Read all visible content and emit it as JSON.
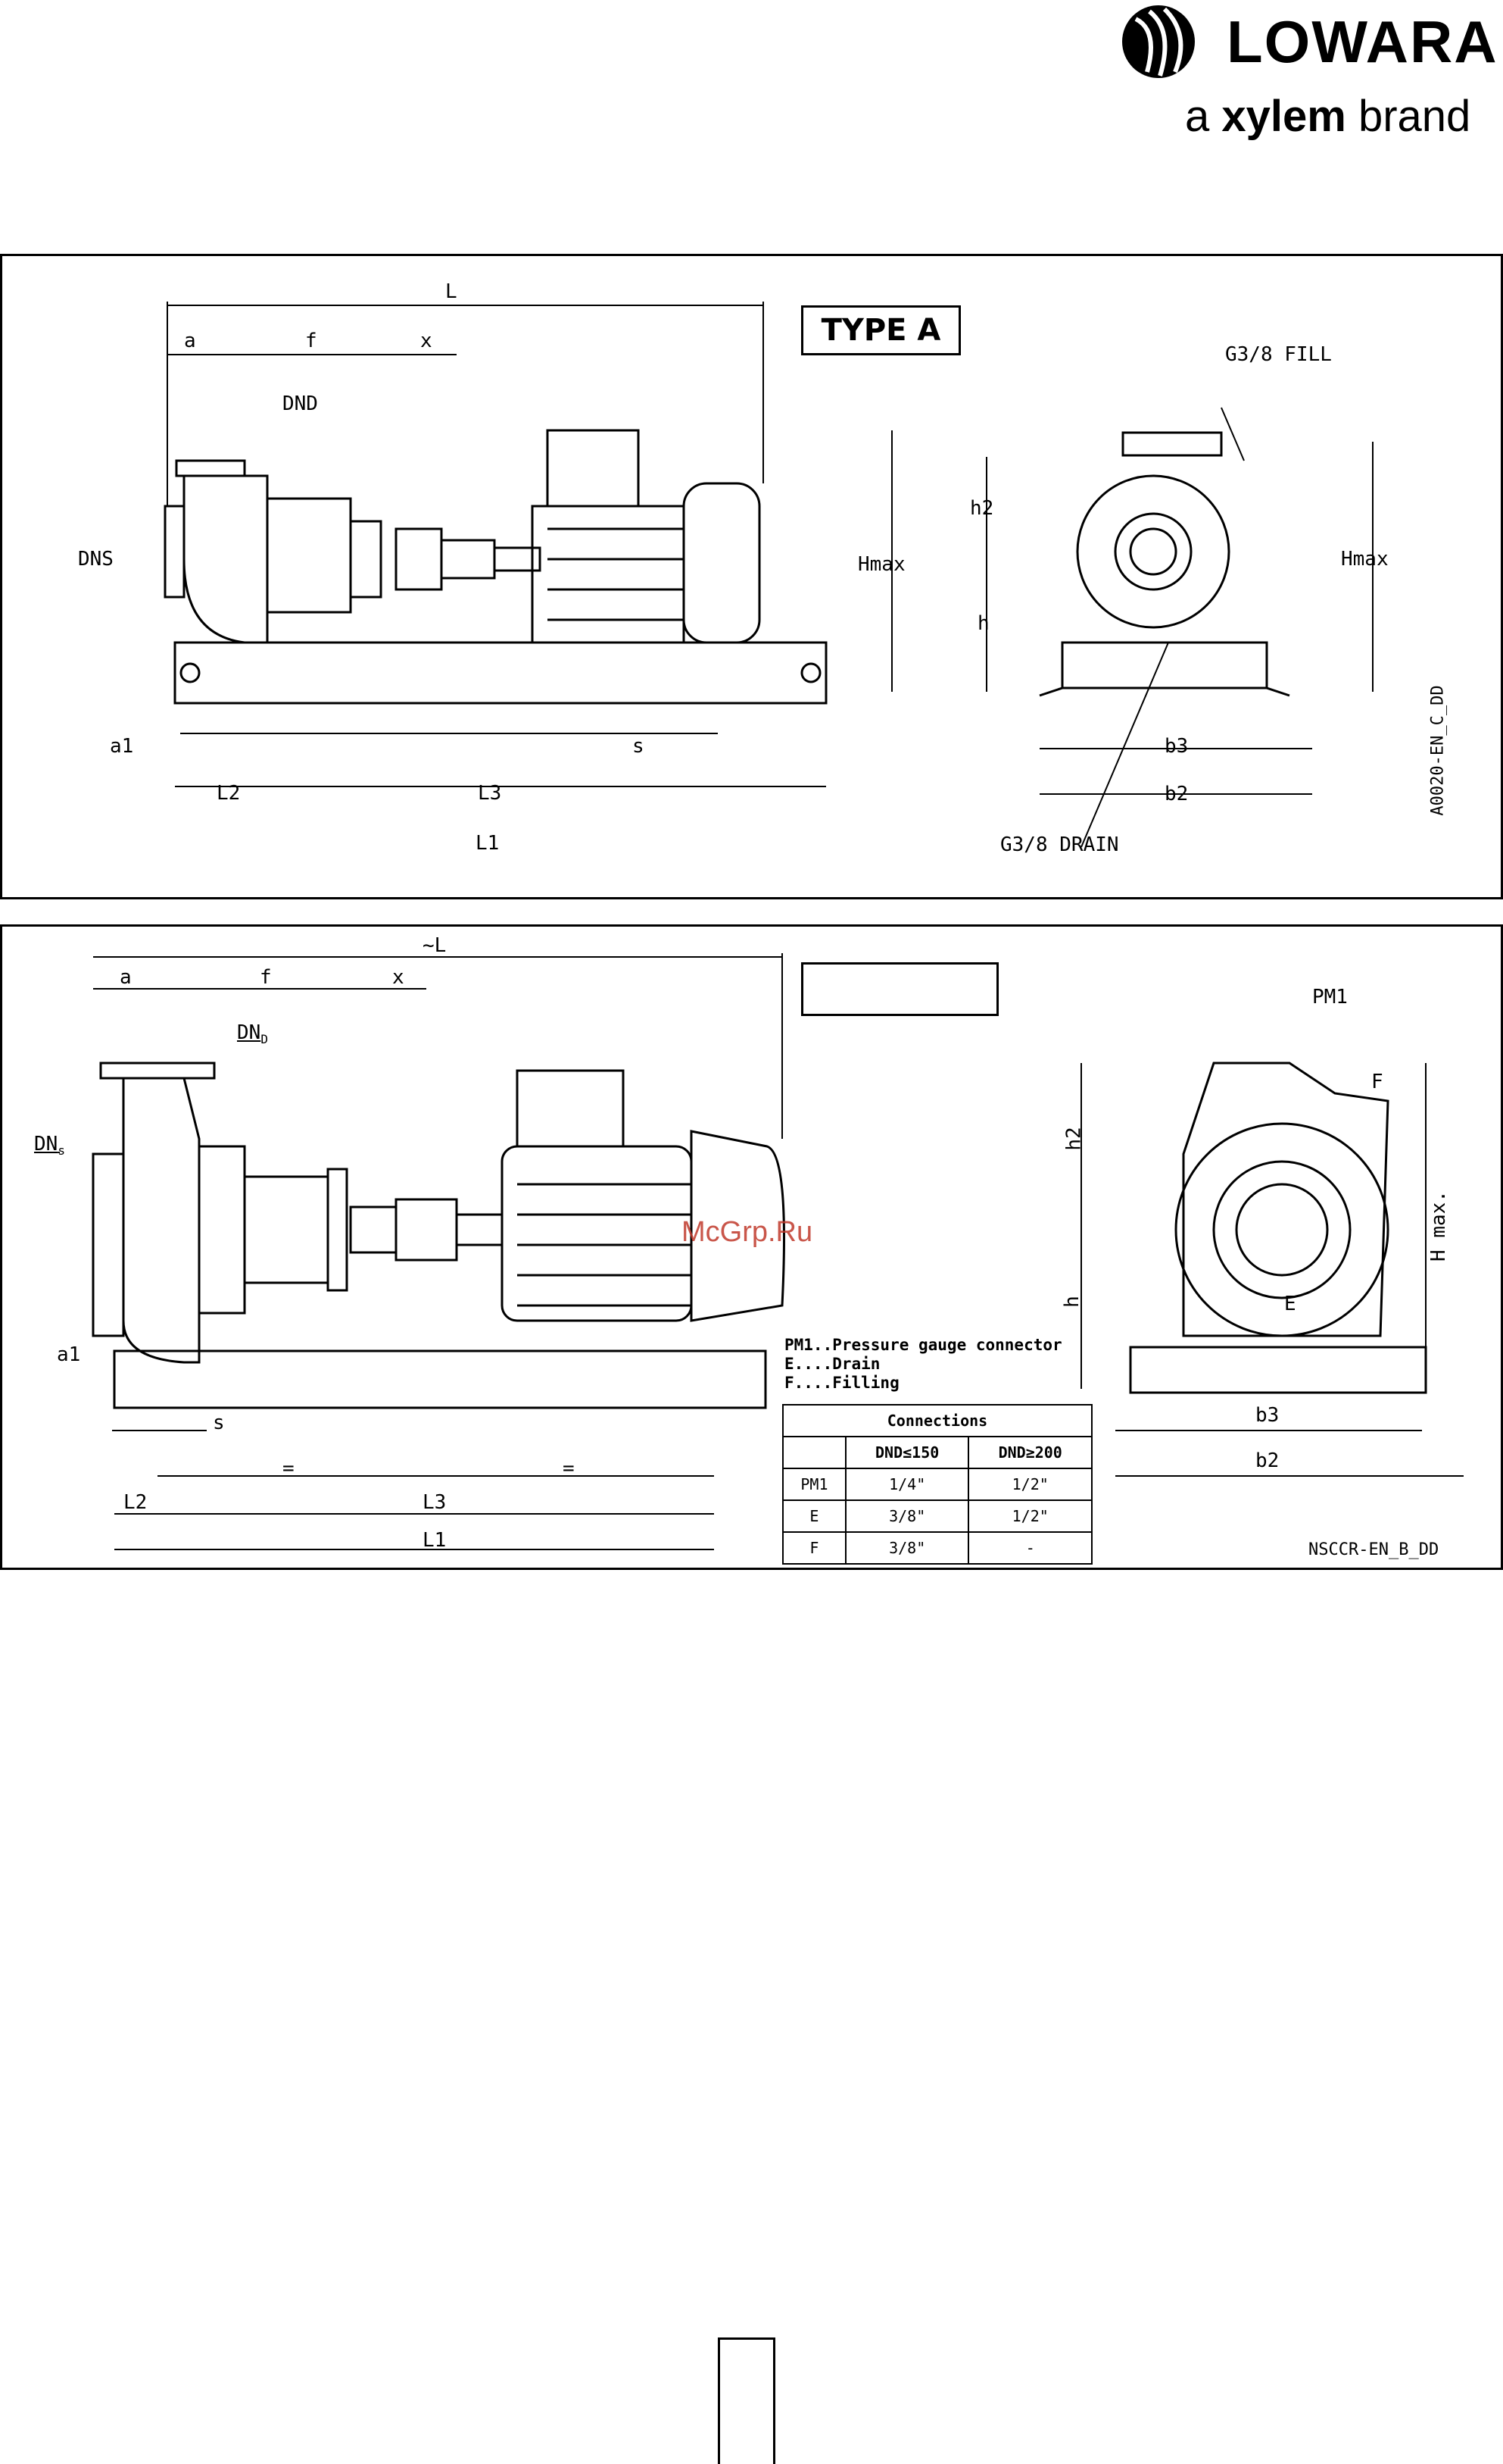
{
  "brand": {
    "name": "LOWARA",
    "tagline_prefix": "a ",
    "tagline_bold": "xylem",
    "tagline_suffix": " brand"
  },
  "panel_a": {
    "type_label": "TYPE A",
    "labels": {
      "L": "L",
      "a": "a",
      "f": "f",
      "x": "x",
      "DND": "DND",
      "DNS": "DNS",
      "Hmax_left": "Hmax",
      "Hmax_right": "Hmax",
      "h2": "h2",
      "h": "h",
      "a1": "a1",
      "L2": "L2",
      "L3": "L3",
      "s": "s",
      "L1": "L1",
      "b3": "b3",
      "b2": "b2",
      "fill": "G3/8 FILL",
      "drain": "G3/8 DRAIN"
    },
    "code": "A0020-EN_C_DD"
  },
  "panel_b": {
    "type_label": "",
    "labels": {
      "L": "~L",
      "a": "a",
      "f": "f",
      "x": "x",
      "DND": "DN",
      "DND_sub": "D",
      "DNS": "DN",
      "DNS_sub": "s",
      "a1": "a1",
      "s": "s",
      "eq1": "=",
      "eq2": "=",
      "L2": "L2",
      "L3": "L3",
      "L1": "L1",
      "PM1": "PM1",
      "F": "F",
      "E": "E",
      "h2": "h2",
      "h": "h",
      "Hmax": "H max.",
      "b3": "b3",
      "b2": "b2"
    },
    "legend": [
      "PM1..Pressure gauge connector",
      "E....Drain",
      "F....Filling"
    ],
    "connections": {
      "title": "Connections",
      "headers": [
        "",
        "DND≤150",
        "DND≥200"
      ],
      "rows": [
        [
          "PM1",
          "1/4\"",
          "1/2\""
        ],
        [
          "E",
          "3/8\"",
          "1/2\""
        ],
        [
          "F",
          "3/8\"",
          "-"
        ]
      ]
    },
    "code": "NSCCR-EN_B_DD"
  },
  "watermark": "McGrp.Ru"
}
